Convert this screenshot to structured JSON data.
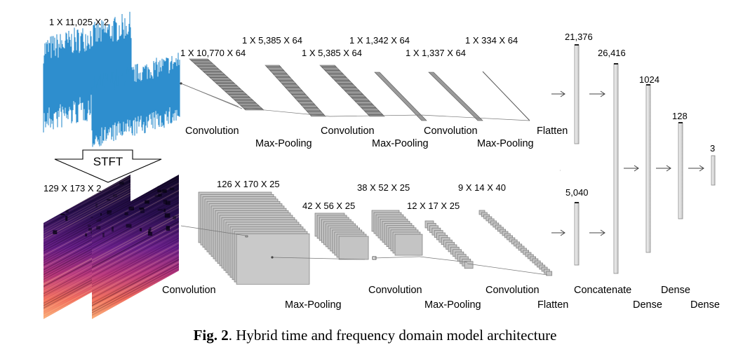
{
  "time_branch": {
    "input_shape": "1 X 11,025 X 2",
    "dims": [
      "1 X 10,770 X 64",
      "1 X 5,385 X 64",
      "1 X 5,385 X 64",
      "1 X 1,342 X 64",
      "1 X 1,337 X 64",
      "1 X 334 X 64"
    ],
    "ops": [
      "Convolution",
      "Max-Pooling",
      "Convolution",
      "Max-Pooling",
      "Convolution",
      "Max-Pooling",
      "Flatten"
    ],
    "flatten_size": "21,376",
    "wave_color": "#2e8ece"
  },
  "stft_label": "STFT",
  "freq_branch": {
    "input_shape": "129 X 173 X 2",
    "dims": [
      "126 X 170 X 25",
      "42 X 56 X 25",
      "38 X 52 X 25",
      "12 X 17 X 25",
      "9 X 14 X 40"
    ],
    "ops": [
      "Convolution",
      "Max-Pooling",
      "Convolution",
      "Max-Pooling",
      "Convolution",
      "Flatten"
    ],
    "flatten_size": "5,040"
  },
  "head": {
    "sizes": [
      "26,416",
      "1024",
      "128",
      "3"
    ],
    "ops": [
      "Concatenate",
      "Dense",
      "Dense",
      "Dense"
    ]
  },
  "caption": {
    "fig_label": "Fig. 2",
    "text": ". Hybrid time and frequency domain model architecture"
  }
}
